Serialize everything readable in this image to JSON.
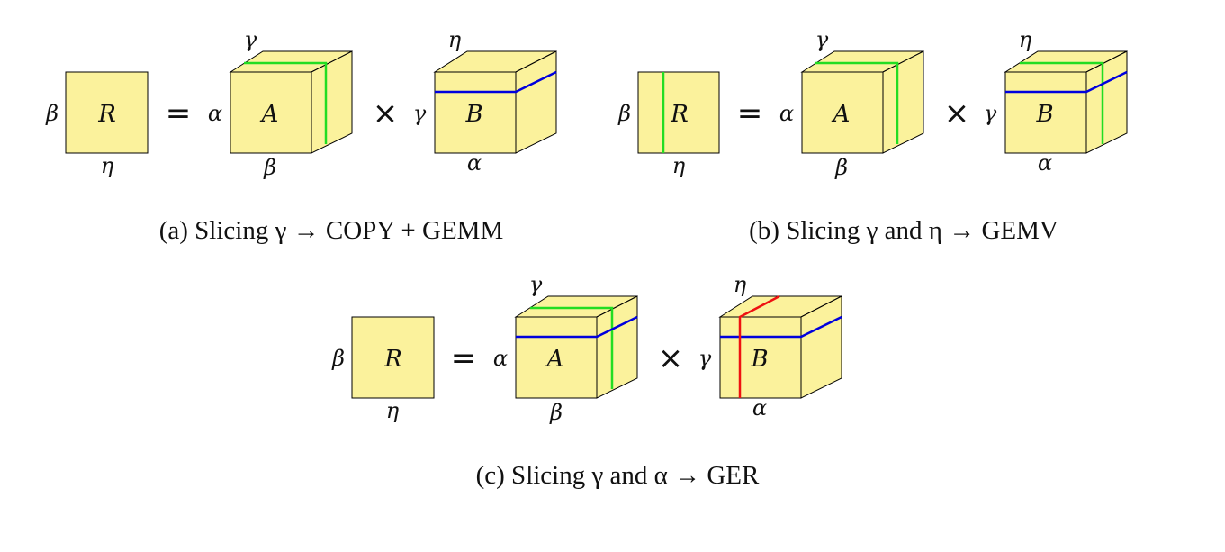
{
  "figure": {
    "panels": [
      {
        "id": "a",
        "caption": "(a) Slicing γ → COPY + GEMM",
        "R": {
          "label": "R",
          "left": "β",
          "bottom": "η"
        },
        "A": {
          "label": "A",
          "top": "γ",
          "left": "α",
          "bottom": "β"
        },
        "B": {
          "label": "B",
          "top": "η",
          "left": "γ",
          "bottom": "α"
        },
        "eq": "=",
        "times": "×"
      },
      {
        "id": "b",
        "caption": "(b) Slicing γ and η → GEMV",
        "R": {
          "label": "R",
          "left": "β",
          "bottom": "η"
        },
        "A": {
          "label": "A",
          "top": "γ",
          "left": "α",
          "bottom": "β"
        },
        "B": {
          "label": "B",
          "top": "η",
          "left": "γ",
          "bottom": "α"
        },
        "eq": "=",
        "times": "×"
      },
      {
        "id": "c",
        "caption": "(c) Slicing γ and α → GER",
        "R": {
          "label": "R",
          "left": "β",
          "bottom": "η"
        },
        "A": {
          "label": "A",
          "top": "γ",
          "left": "α",
          "bottom": "β"
        },
        "B": {
          "label": "B",
          "top": "η",
          "left": "γ",
          "bottom": "α"
        },
        "eq": "=",
        "times": "×"
      }
    ],
    "colors": {
      "face": "#fbf29c",
      "slice_gamma": "#22dd22",
      "slice_eta_or_alpha": "#0000dd",
      "slice_red": "#ee1111"
    }
  }
}
